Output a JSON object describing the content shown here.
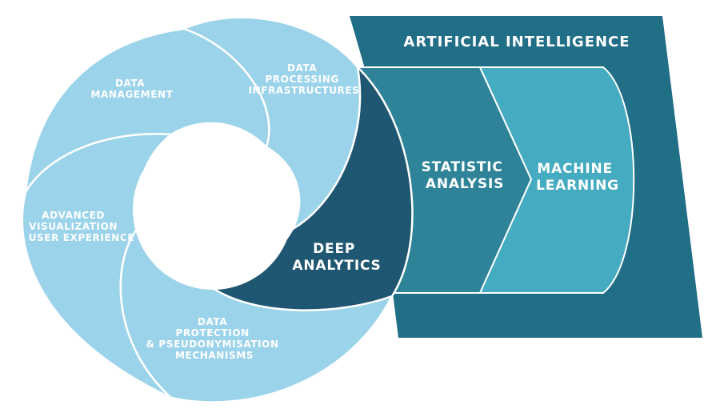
{
  "colors": {
    "light_segment": "#9bd3ea",
    "deep_analytics": "#1f5672",
    "ai_panel": "#216e87",
    "statistic_band": "#2e8399",
    "ml_chevron": "#45abc0",
    "outline": "#ffffff"
  },
  "ai_panel": {
    "title": "ARTIFICIAL INTELLIGENCE"
  },
  "ring_segments": [
    {
      "id": "data-management",
      "lines": [
        "DATA",
        "MANAGEMENT"
      ]
    },
    {
      "id": "data-processing",
      "lines": [
        "DATA",
        "PROCESSING",
        "INFRASTRUCTURES"
      ]
    },
    {
      "id": "advanced-visualization",
      "lines": [
        "ADVANCED",
        "VISUALIZATION",
        "& USER EXPERIENCE"
      ]
    },
    {
      "id": "data-protection",
      "lines": [
        "DATA",
        "PROTECTION",
        "& PSEUDONYMISATION",
        "MECHANISMS"
      ]
    }
  ],
  "deep_analytics": {
    "lines": [
      "DEEP",
      "ANALYTICS"
    ]
  },
  "statistic_analysis": {
    "lines": [
      "STATISTIC",
      "ANALYSIS"
    ]
  },
  "machine_learning": {
    "lines": [
      "MACHINE",
      "LEARNING"
    ]
  }
}
